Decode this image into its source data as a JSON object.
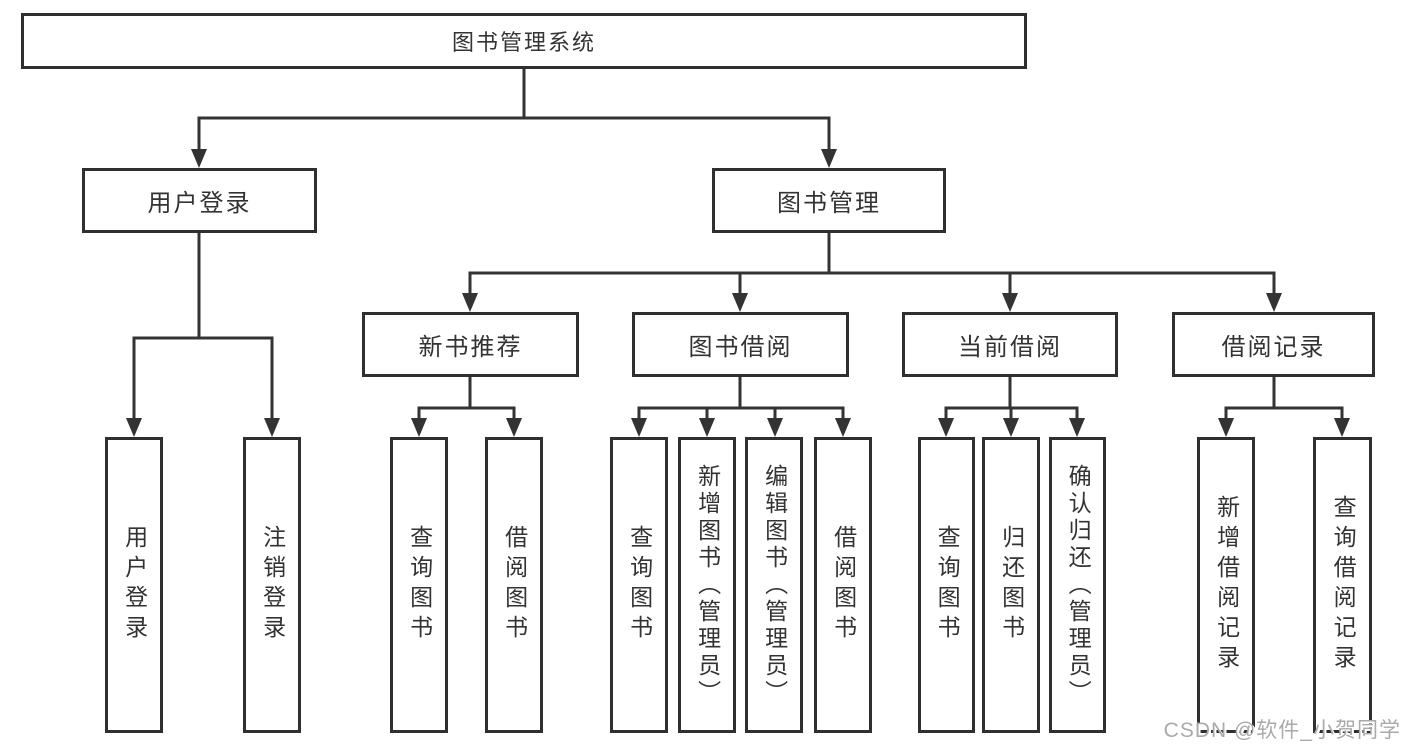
{
  "diagram": {
    "type": "hierarchy-tree",
    "root": "图书管理系统",
    "level2": {
      "user_login": "用户登录",
      "book_management": "图书管理"
    },
    "level3": {
      "new_book_recommend": "新书推荐",
      "book_borrow": "图书借阅",
      "current_borrow": "当前借阅",
      "borrow_records": "借阅记录"
    },
    "leaves": {
      "leaf_user_login": "用户登录",
      "leaf_logout": "注销登录",
      "leaf_nb_query": "查询图书",
      "leaf_nb_borrow": "借阅图书",
      "leaf_bw_query": "查询图书",
      "leaf_bw_add": "新增图书（管理员）",
      "leaf_bw_edit": "编辑图书（管理员）",
      "leaf_bw_borrow": "借阅图书",
      "leaf_cur_query": "查询图书",
      "leaf_cur_return": "归还图书",
      "leaf_cur_confirm": "确认归还（管理员）",
      "leaf_rec_add": "新增借阅记录",
      "leaf_rec_query": "查询借阅记录"
    },
    "edges": [
      [
        "图书管理系统",
        "用户登录"
      ],
      [
        "图书管理系统",
        "图书管理"
      ],
      [
        "用户登录",
        "用户登录"
      ],
      [
        "用户登录",
        "注销登录"
      ],
      [
        "图书管理",
        "新书推荐"
      ],
      [
        "图书管理",
        "图书借阅"
      ],
      [
        "图书管理",
        "当前借阅"
      ],
      [
        "图书管理",
        "借阅记录"
      ],
      [
        "新书推荐",
        "查询图书"
      ],
      [
        "新书推荐",
        "借阅图书"
      ],
      [
        "图书借阅",
        "查询图书"
      ],
      [
        "图书借阅",
        "新增图书（管理员）"
      ],
      [
        "图书借阅",
        "编辑图书（管理员）"
      ],
      [
        "图书借阅",
        "借阅图书"
      ],
      [
        "当前借阅",
        "查询图书"
      ],
      [
        "当前借阅",
        "归还图书"
      ],
      [
        "当前借阅",
        "确认归还（管理员）"
      ],
      [
        "借阅记录",
        "新增借阅记录"
      ],
      [
        "借阅记录",
        "查询借阅记录"
      ]
    ]
  },
  "watermark": "CSDN @软件_小贺同学",
  "colors": {
    "line": "#333333",
    "box_border": "#2f2f2f",
    "box_fill": "#ffffff",
    "text": "#333333",
    "background": "#ffffff",
    "watermark": "#aaaaaa"
  }
}
